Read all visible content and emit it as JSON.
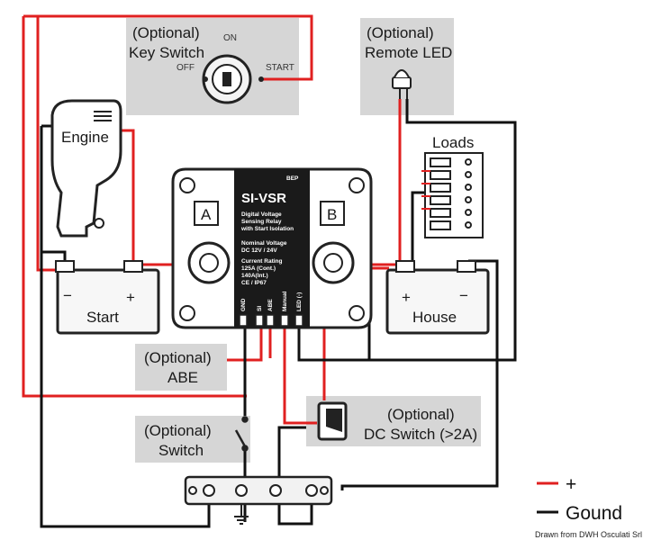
{
  "labels": {
    "key_switch_optional": "(Optional)",
    "key_switch": "Key Switch",
    "on": "ON",
    "off": "OFF",
    "start": "START",
    "remote_led_optional": "(Optional)",
    "remote_led": "Remote LED",
    "engine": "Engine",
    "loads": "Loads",
    "start_battery": "Start",
    "house_battery": "House",
    "abe_optional": "(Optional)",
    "abe": "ABE",
    "switch_optional": "(Optional)",
    "switch": "Switch",
    "dc_switch_optional": "(Optional)",
    "dc_switch": "DC Switch (>2A)",
    "terminal_a": "A",
    "terminal_b": "B",
    "plus": "+",
    "minus": "−"
  },
  "device": {
    "model": "SI-VSR",
    "line1": "Digital Voltage",
    "line2": "Sensing Relay",
    "line3": "with Start Isolation",
    "nominal_title": "Nominal Voltage",
    "nominal": "DC 12V / 24V",
    "rating_title": "Current Rating",
    "rating1": "125A (Cont.)",
    "rating2": "140A(Int.)",
    "rating3": "CE / IP67",
    "brand": "BEP",
    "pins": [
      "GND",
      "SI",
      "ABE",
      "Manual",
      "LED (-)"
    ]
  },
  "legend": {
    "positive": "+",
    "ground": "Gound",
    "positive_color": "#e02020",
    "ground_color": "#111111"
  },
  "credit": "Drawn from DWH Osculati Srl"
}
